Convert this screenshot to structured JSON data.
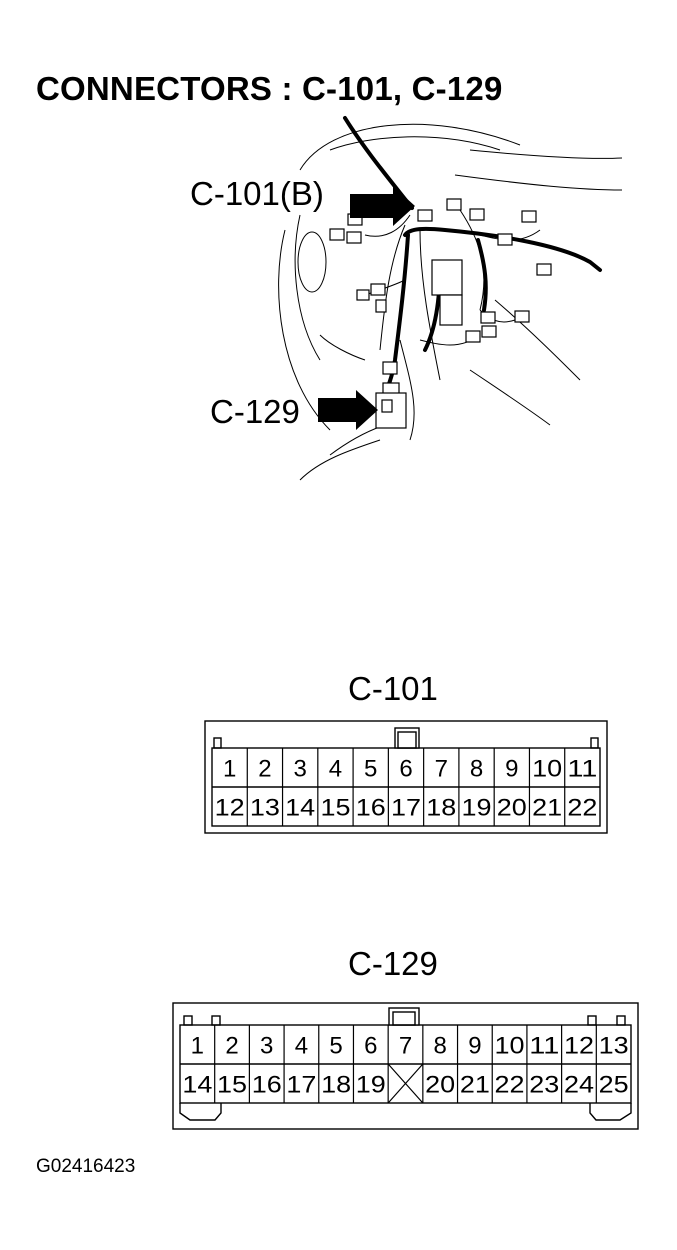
{
  "title": "CONNECTORS : C-101, C-129",
  "callouts": {
    "c101_location": "C-101(B)",
    "c129_location": "C-129"
  },
  "connectors": {
    "c101": {
      "name": "C-101",
      "row1": [
        "1",
        "2",
        "3",
        "4",
        "5",
        "6",
        "7",
        "8",
        "9",
        "10",
        "11"
      ],
      "row2": [
        "12",
        "13",
        "14",
        "15",
        "16",
        "17",
        "18",
        "19",
        "20",
        "21",
        "22"
      ]
    },
    "c129": {
      "name": "C-129",
      "row1": [
        "1",
        "2",
        "3",
        "4",
        "5",
        "6",
        "7",
        "8",
        "9",
        "10",
        "11",
        "12",
        "13"
      ],
      "row2": [
        "14",
        "15",
        "16",
        "17",
        "18",
        "19",
        "",
        "20",
        "21",
        "22",
        "23",
        "24",
        "25"
      ]
    }
  },
  "figure_id": "G02416423"
}
